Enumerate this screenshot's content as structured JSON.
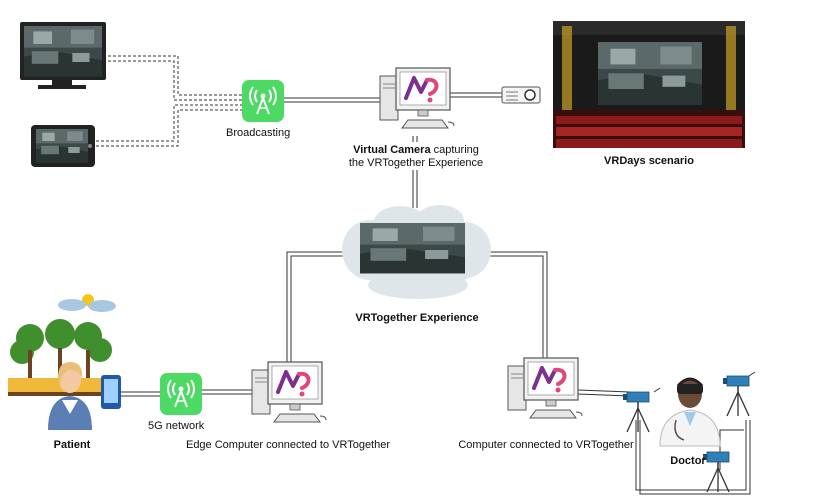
{
  "labels": {
    "broadcasting": "Broadcasting",
    "virtual_camera_bold": "Virtual Camera",
    "virtual_camera_rest": " capturing",
    "virtual_camera_line2": "the VRTogether Experience",
    "vrdays": "VRDays scenario",
    "experience": "VRTogether Experience",
    "patient": "Patient",
    "network": "5G network",
    "edge_computer": "Edge Computer connected to VRTogether",
    "computer": "Computer connected to VRTogether",
    "doctor": "Doctor"
  },
  "colors": {
    "green": "#4cd964",
    "logo_purple": "#7b2f8e",
    "logo_pink": "#e0457b",
    "cinema_red": "#8b1a1a",
    "camera_blue": "#2f7fb8"
  }
}
